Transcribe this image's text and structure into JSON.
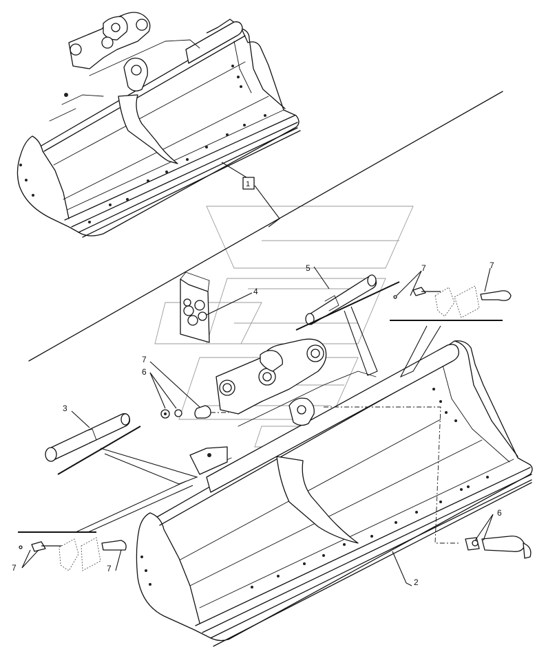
{
  "callouts": {
    "ref_1": "1",
    "ref_2": "2",
    "ref_3": "3",
    "ref_4": "4",
    "ref_5": "5",
    "ref_6a": "6",
    "ref_6b": "6",
    "ref_7a": "7",
    "ref_7b": "7",
    "ref_7c": "7",
    "ref_7d": "7",
    "ref_7e": "7"
  }
}
